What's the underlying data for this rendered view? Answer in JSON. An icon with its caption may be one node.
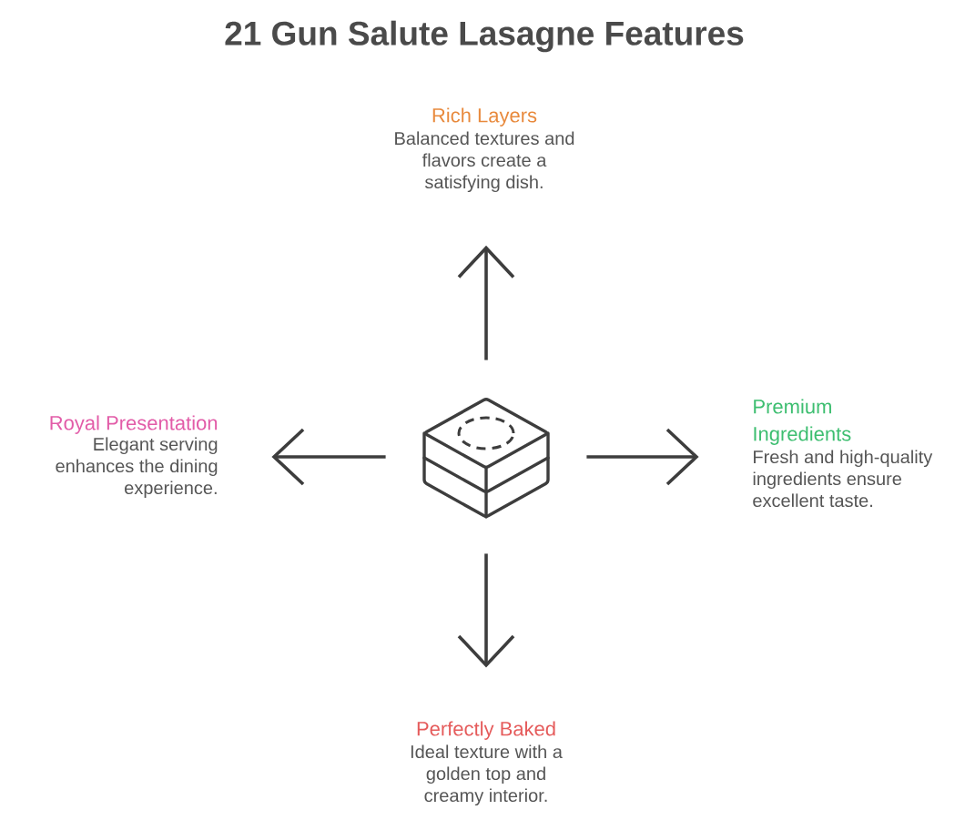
{
  "diagram": {
    "title": "21 Gun Salute Lasagne Features",
    "nodes": [
      {
        "text": [
          "Rich Layers",
          "Balanced textures and flavors create a satisfying dish."
        ]
      },
      {
        "text": [
          "Royal Presentation",
          "Elegant serving enhances the dining experience."
        ]
      },
      {
        "text": [],
        "shape": "picture"
      },
      {
        "text": [
          "Premium Ingredients",
          "Fresh and high-quality ingredients ensure excellent taste."
        ]
      },
      {
        "text": [
          "Perfectly Baked",
          "Ideal texture with a golden top and creamy interior."
        ]
      }
    ],
    "edges": [
      {
        "from": 2,
        "to": 0,
        "arrow": "to"
      },
      {
        "from": 2,
        "to": 1,
        "arrow": "to"
      },
      {
        "from": 2,
        "to": 3,
        "arrow": "to"
      },
      {
        "from": 2,
        "to": 4,
        "arrow": "to"
      }
    ]
  }
}
